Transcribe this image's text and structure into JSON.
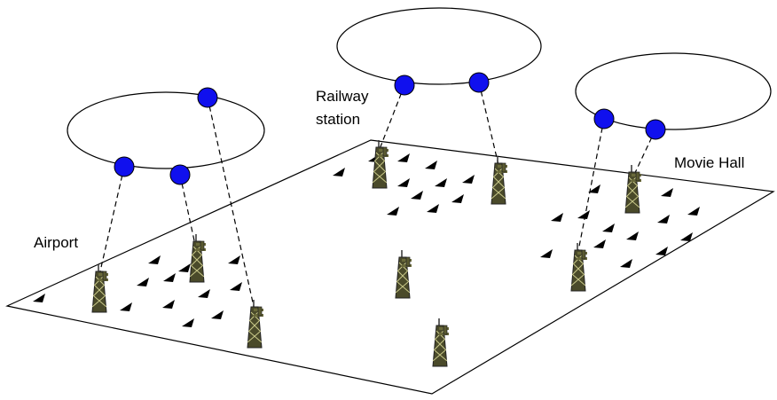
{
  "labels": {
    "airport": "Airport",
    "railway_line1": "Railway",
    "railway_line2": "station",
    "movie_hall": "Movie Hall"
  },
  "colors": {
    "node_fill": "#1010ee",
    "line": "#000000",
    "background": "#ffffff",
    "tower_fill": "#4a4a2a"
  },
  "icons": {
    "tower": "cell-tower-icon",
    "device": "mobile-device-icon",
    "node": "server-node-icon"
  }
}
